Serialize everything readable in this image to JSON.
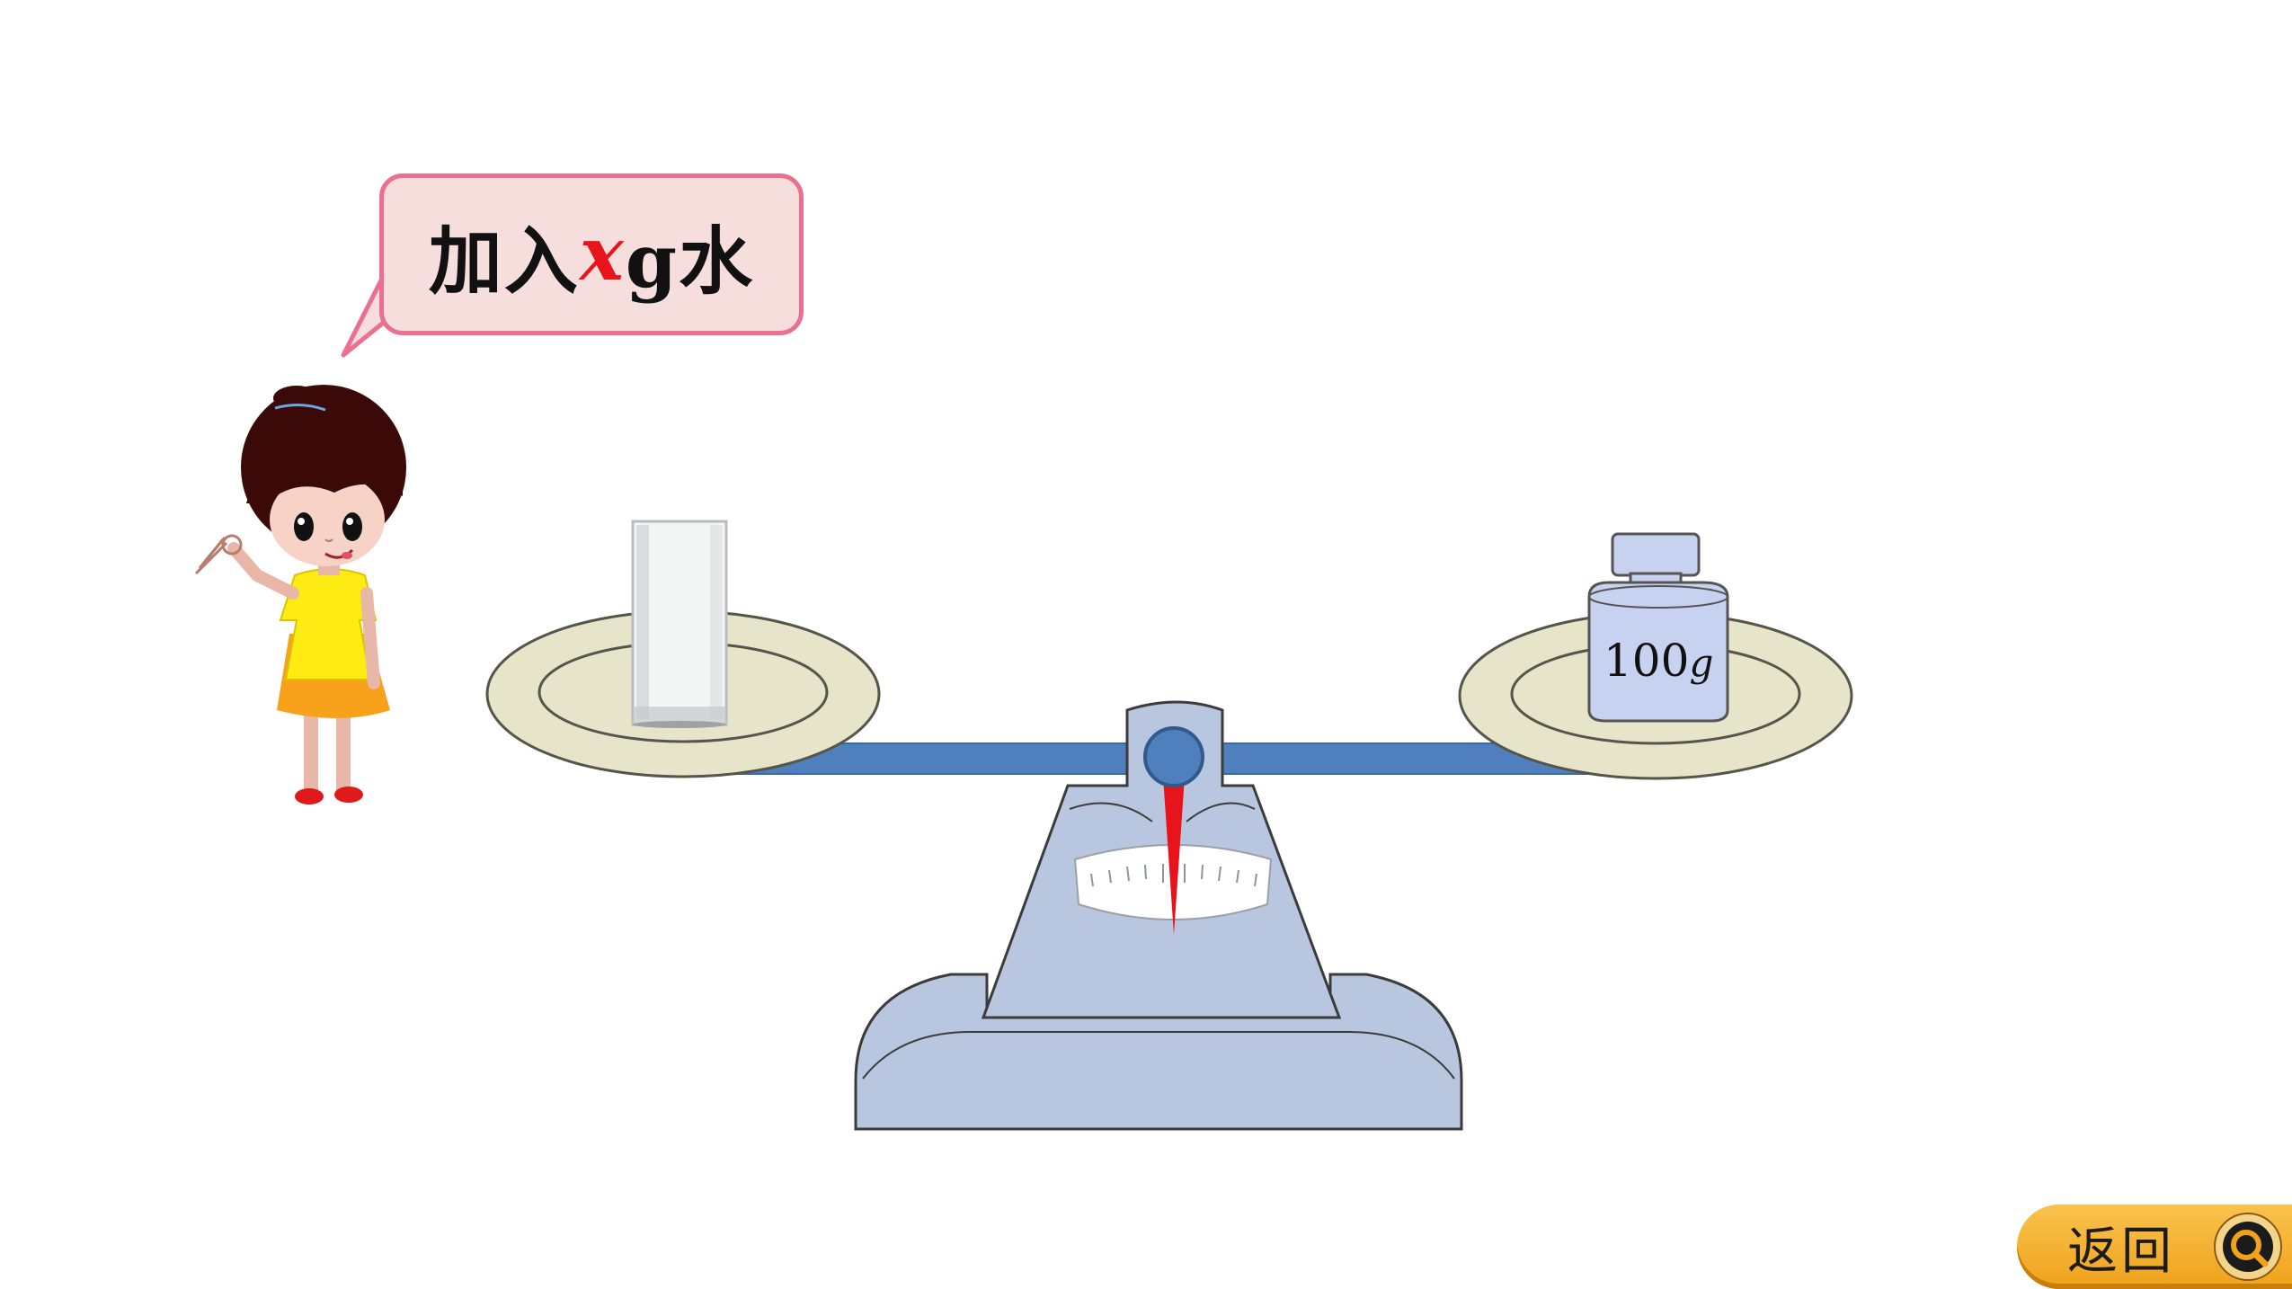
{
  "speech_bubble": {
    "prefix": "加入",
    "variable": "x",
    "suffix": "g水"
  },
  "scale": {
    "right_weight_label": "100",
    "right_weight_unit": "g"
  },
  "nav": {
    "return_label": "返回",
    "return_icon": "magnifier-return-icon"
  },
  "colors": {
    "bubble_border": "#ec6f92",
    "bubble_fill": "#f6dedd",
    "variable_red": "#e8141c",
    "beam_blue": "#4f80bd",
    "scale_body": "#b9c6e0",
    "plate": "#e6e4c9",
    "button_orange": "#f4b030"
  }
}
